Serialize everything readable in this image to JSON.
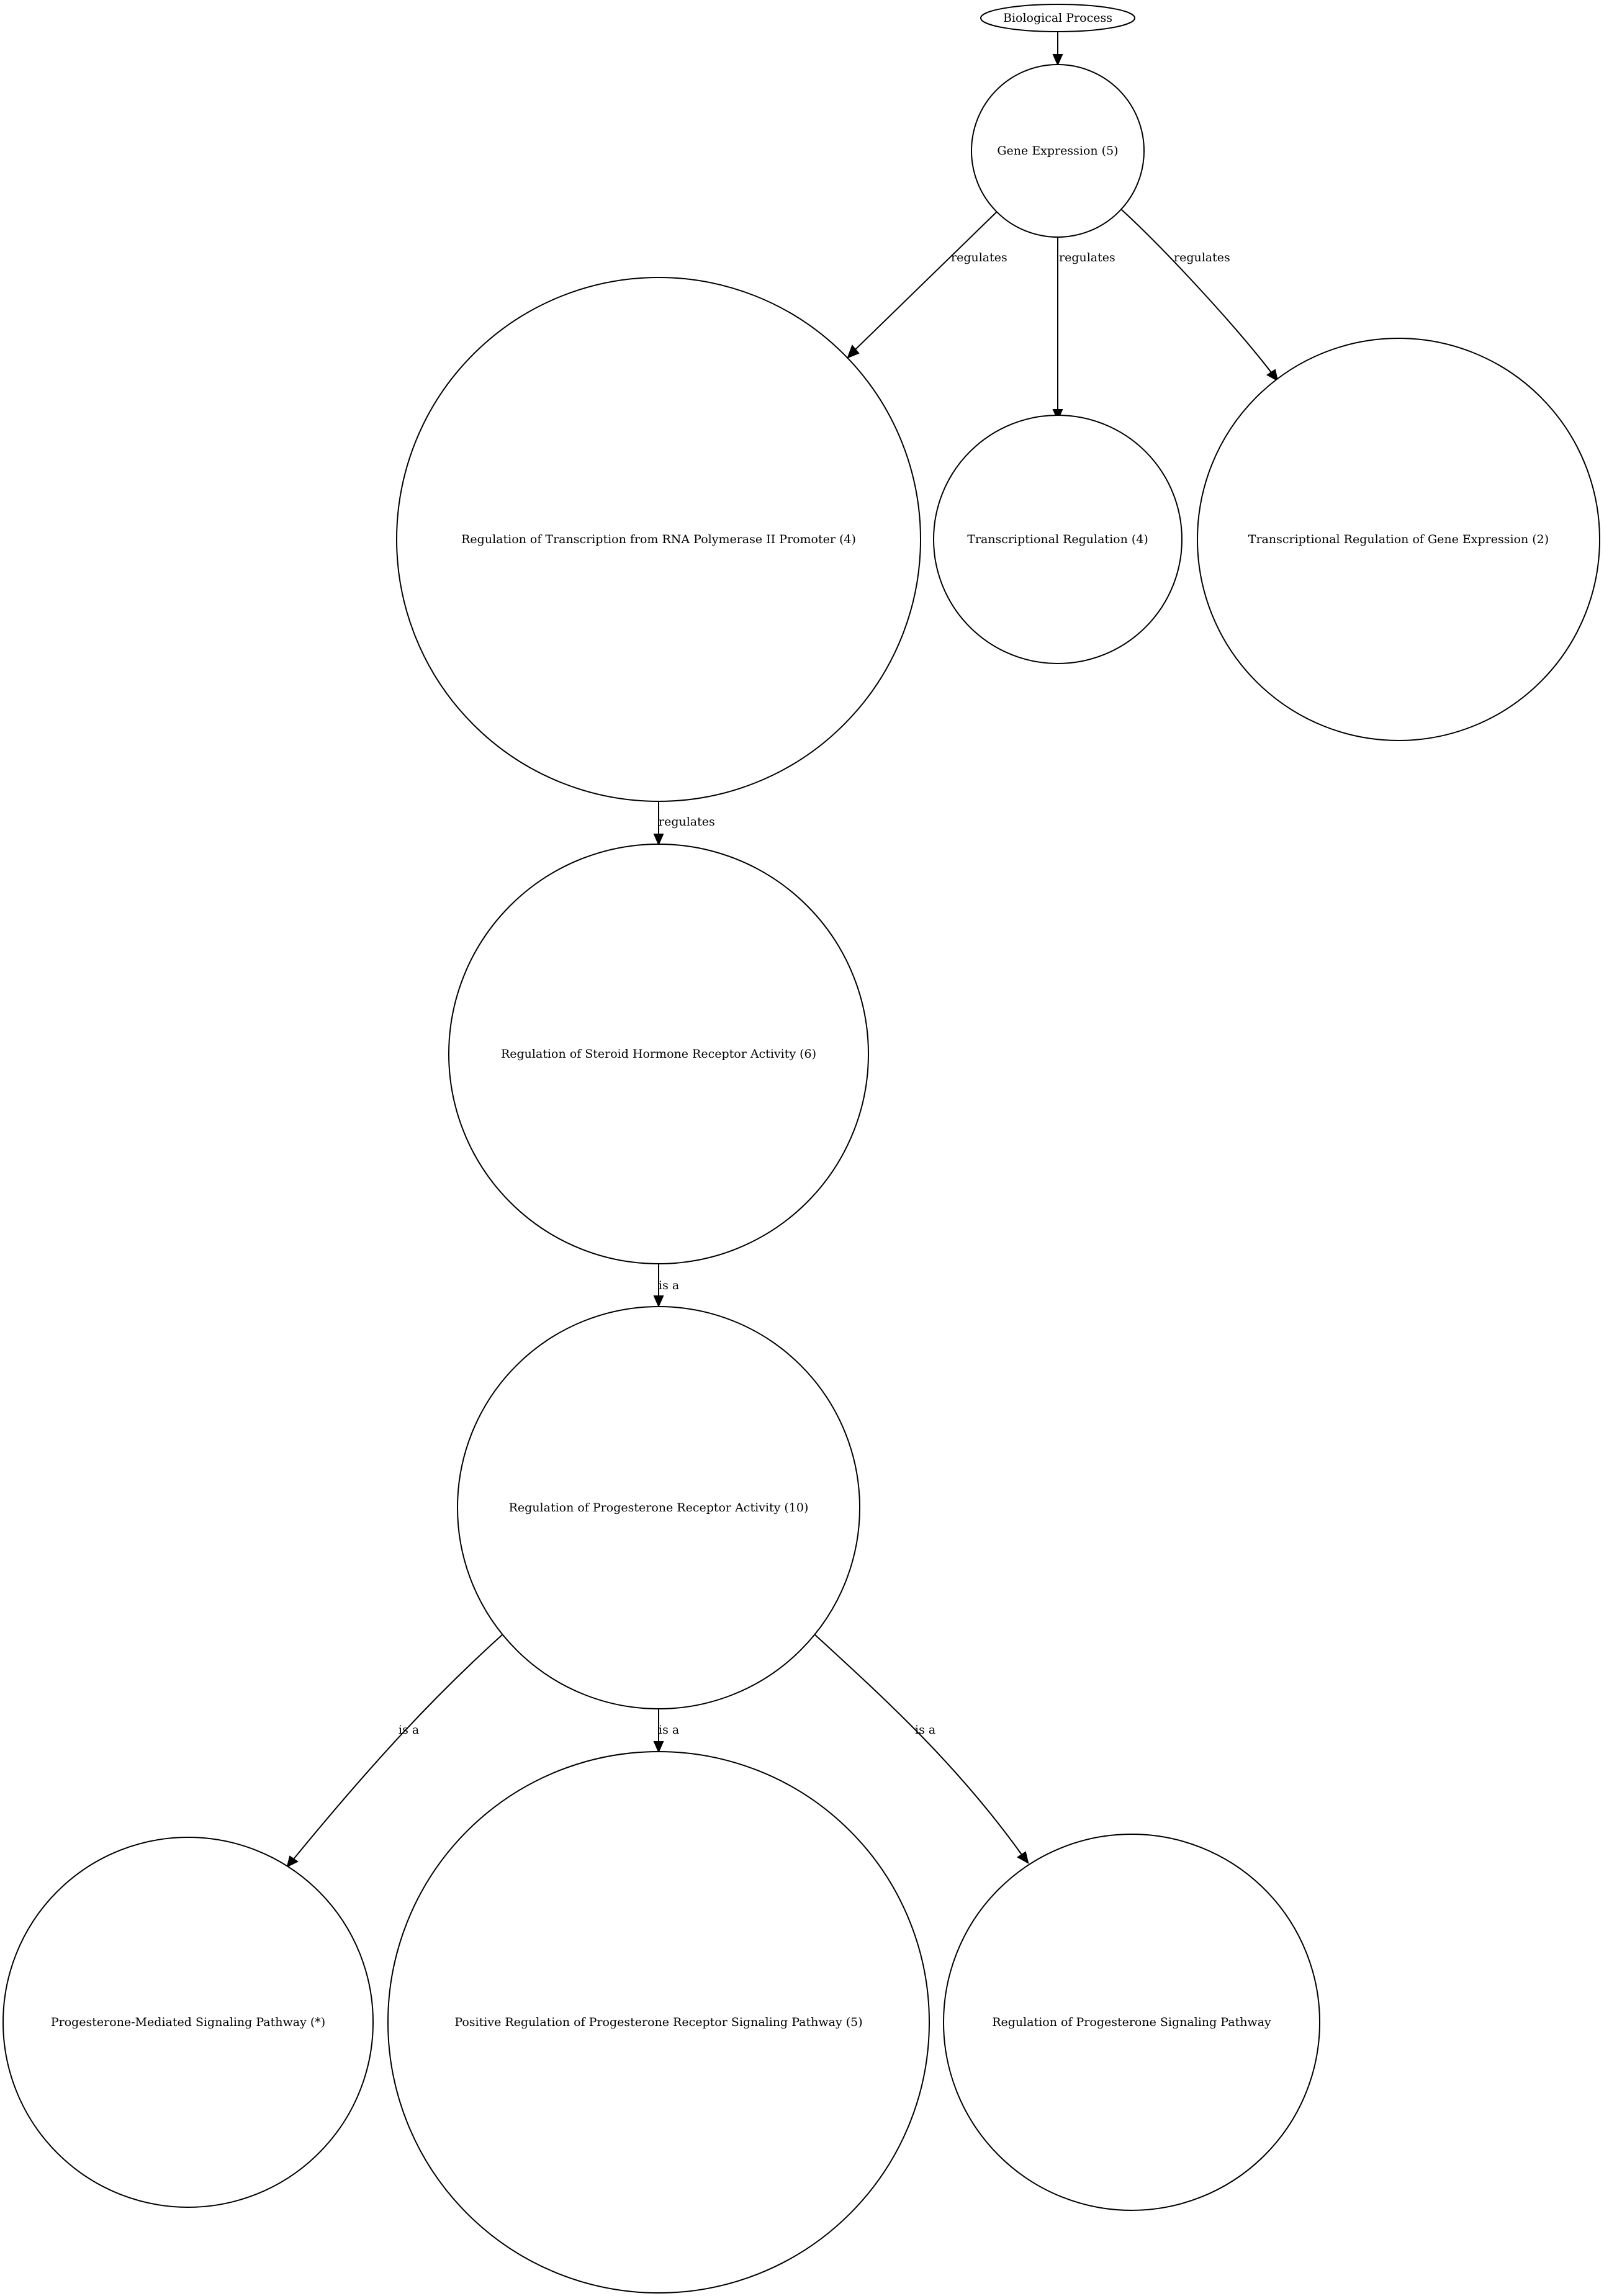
{
  "nodes": {
    "bp": "Biological Process",
    "ge": "Gene Expression (5)",
    "rtrna": "Regulation of Transcription from RNA Polymerase II Promoter (4)",
    "tr": "Transcriptional Regulation (4)",
    "trge": "Transcriptional Regulation of Gene Expression (2)",
    "rshra": "Regulation of Steroid Hormone Receptor Activity (6)",
    "rpra": "Regulation of Progesterone Receptor Activity (10)",
    "pmsp": "Progesterone-Mediated Signaling Pathway (*)",
    "prprsp": "Positive Regulation of Progesterone Receptor Signaling Pathway (5)",
    "rpsp": "Regulation of Progesterone Signaling Pathway"
  },
  "edges": {
    "ge_rtrna": "regulates",
    "ge_tr": "regulates",
    "ge_trge": "regulates",
    "rtrna_rshra": "regulates",
    "rshra_rpra": "is a",
    "rpra_pmsp": "is a",
    "rpra_prprsp": "is a",
    "rpra_rpsp": "is a"
  }
}
